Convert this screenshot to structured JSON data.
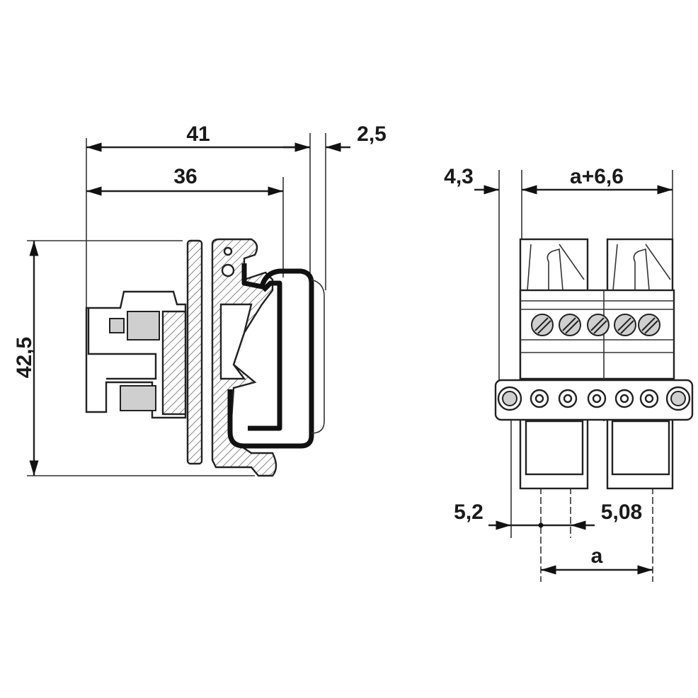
{
  "side_view": {
    "dim_width_total": "41",
    "dim_width_rail": "2,5",
    "dim_width_body": "36",
    "dim_height": "42,5"
  },
  "front_view": {
    "dim_offset_left": "4,3",
    "dim_overall_width": "a+6,6",
    "dim_pin_offset": "5,2",
    "dim_pitch": "5,08",
    "dim_span": "a"
  }
}
